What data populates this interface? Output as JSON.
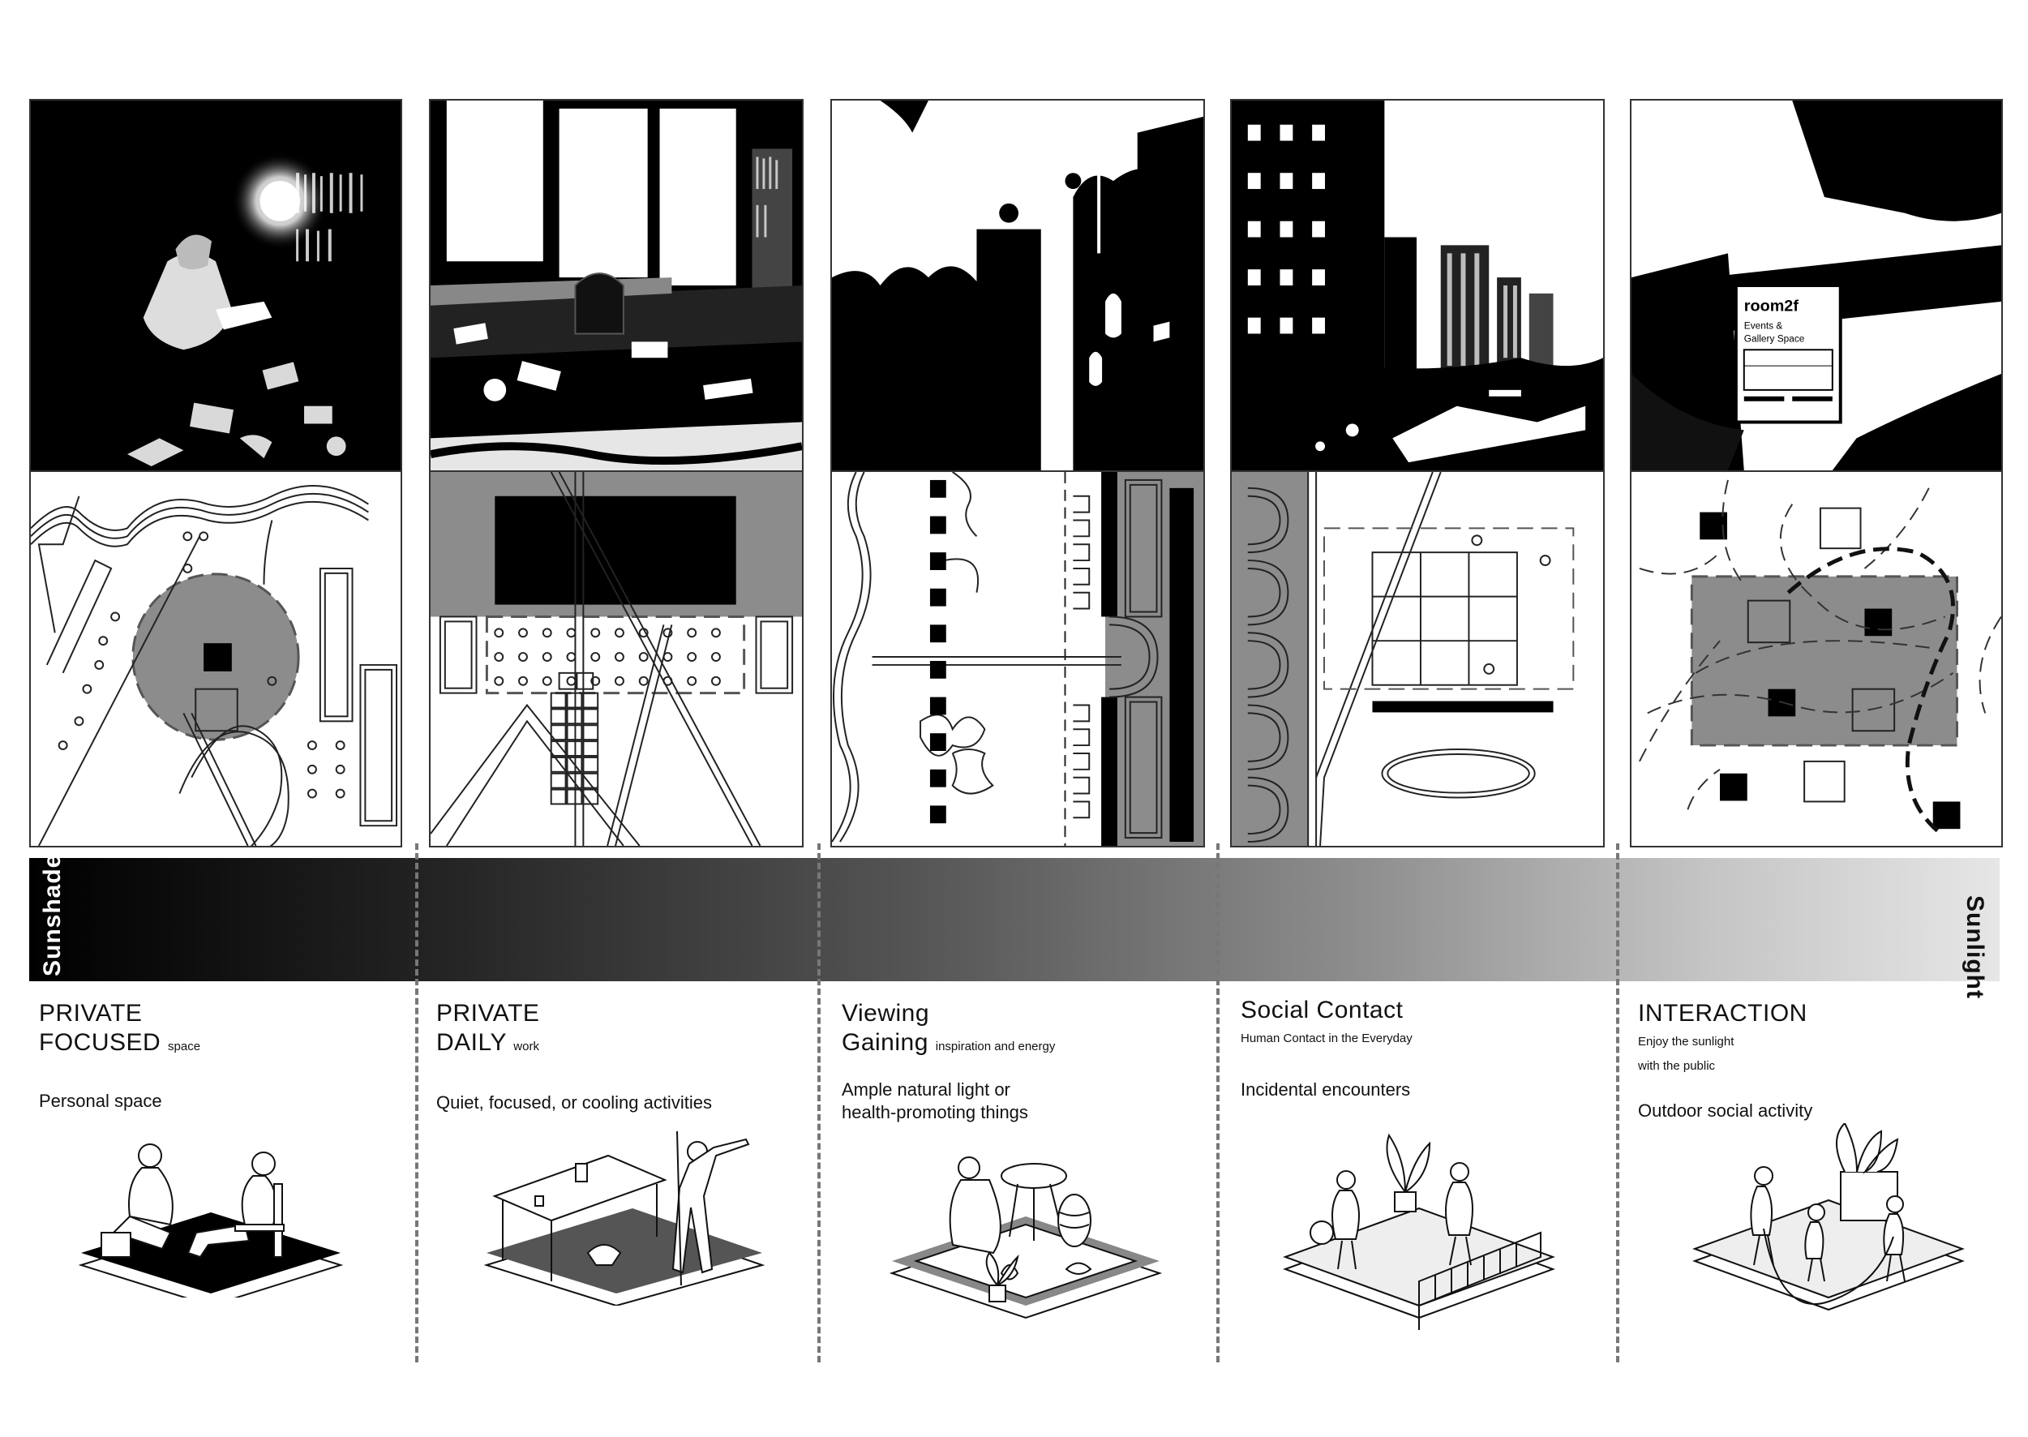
{
  "gradient": {
    "left_label": "Sunshade",
    "right_label": "Sunlight"
  },
  "columns": [
    {
      "heading_line1": "PRIVATE",
      "heading_line2": "FOCUSED",
      "heading_small": "space",
      "subtitle1": "",
      "subtitle2": "",
      "description": "Personal space"
    },
    {
      "heading_line1": "PRIVATE",
      "heading_line2": "DAILY",
      "heading_small": "work",
      "subtitle1": "",
      "subtitle2": "",
      "description": "Quiet, focused, or cooling activities"
    },
    {
      "heading_line1": "Viewing",
      "heading_line2": "Gaining",
      "heading_small": "inspiration and energy",
      "subtitle1": "",
      "subtitle2": "",
      "description_line1": "Ample natural light or",
      "description_line2": "health-promoting things"
    },
    {
      "heading_line1": "Social Contact",
      "heading_line2": "",
      "heading_small": "",
      "subtitle1": "Human Contact in the Everyday",
      "subtitle2": "",
      "description": "Incidental encounters"
    },
    {
      "heading_line1": "INTERACTION",
      "heading_line2": "",
      "heading_small": "",
      "subtitle1": "Enjoy the sunlight",
      "subtitle2": "with the public",
      "description": "Outdoor social activity"
    }
  ],
  "sign": {
    "brand": "room2f",
    "line1": "Events &",
    "line2": "Gallery Space"
  },
  "colors": {
    "plan_gray": "#8c8c8c",
    "bar_dark": "#000000",
    "bar_light": "#e6e6e6"
  }
}
